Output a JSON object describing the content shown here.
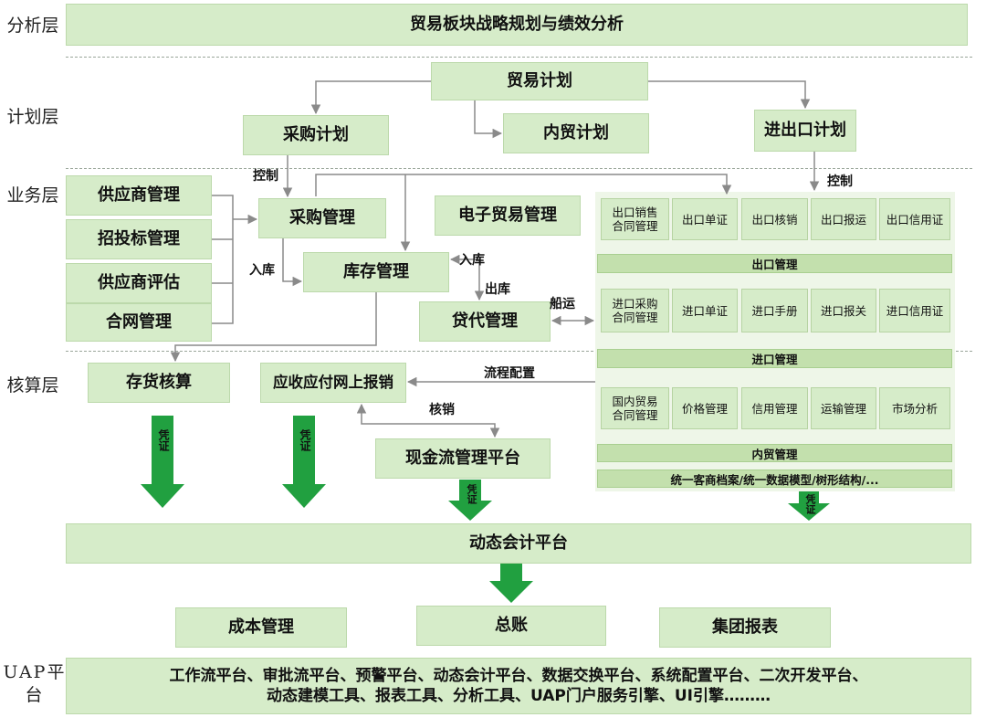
{
  "layers": {
    "analysis": "分析层",
    "plan": "计划层",
    "business": "业务层",
    "accounting": "核算层",
    "uap": "UAP平台"
  },
  "analysis_box": "贸易板块战略规划与绩效分析",
  "plan": {
    "trade_plan": "贸易计划",
    "purchase_plan": "采购计划",
    "domestic_plan": "内贸计划",
    "import_export_plan": "进出口计划"
  },
  "business": {
    "supplier_mgmt": "供应商管理",
    "bidding_mgmt": "招投标管理",
    "supplier_eval": "供应商评估",
    "contract_mgmt": "合网管理",
    "purchase_mgmt": "采购管理",
    "ecommerce_mgmt": "电子贸易管理",
    "inventory_mgmt": "库存管理",
    "forwarding_mgmt": "贷代管理"
  },
  "export_items": [
    "出口销售\n合同管理",
    "出口单证",
    "出口核销",
    "出口报运",
    "出口信用证"
  ],
  "export_bar": "出口管理",
  "import_items": [
    "进口采购\n合同管理",
    "进口单证",
    "进口手册",
    "进口报关",
    "进口信用证"
  ],
  "import_bar": "进口管理",
  "domestic_items": [
    "国内贸易\n合同管理",
    "价格管理",
    "信用管理",
    "运输管理",
    "市场分析"
  ],
  "domestic_bar": "内贸管理",
  "unified_bar": "统一客商档案/统一数据模型/树形结构/...",
  "connector_labels": {
    "control_left": "控制",
    "control_right": "控制",
    "stock_in_left": "入库",
    "stock_in_right": "入库",
    "stock_out": "出库",
    "shipping": "船运",
    "flow_config": "流程配置",
    "write_off": "核销"
  },
  "accounting": {
    "inventory_accounting": "存货核算",
    "ar_ap": "应收应付网上报销",
    "cash_flow": "现金流管理平台"
  },
  "voucher": "凭证",
  "dynamic_platform": "动态会计平台",
  "outputs": {
    "cost_mgmt": "成本管理",
    "general_ledger": "总账",
    "group_report": "集团报表"
  },
  "uap_lines": [
    "工作流平台、审批流平台、预警平台、动态会计平台、数据交换平台、系统配置平台、二次开发平台、",
    "动态建模工具、报表工具、分析工具、UAP门户服务引擎、UI引擎………"
  ],
  "colors": {
    "box_fill": "#d6ecc9",
    "bar_fill": "#c3e0ad",
    "arrow_green": "#21a040",
    "connector": "#8a8a8a"
  }
}
